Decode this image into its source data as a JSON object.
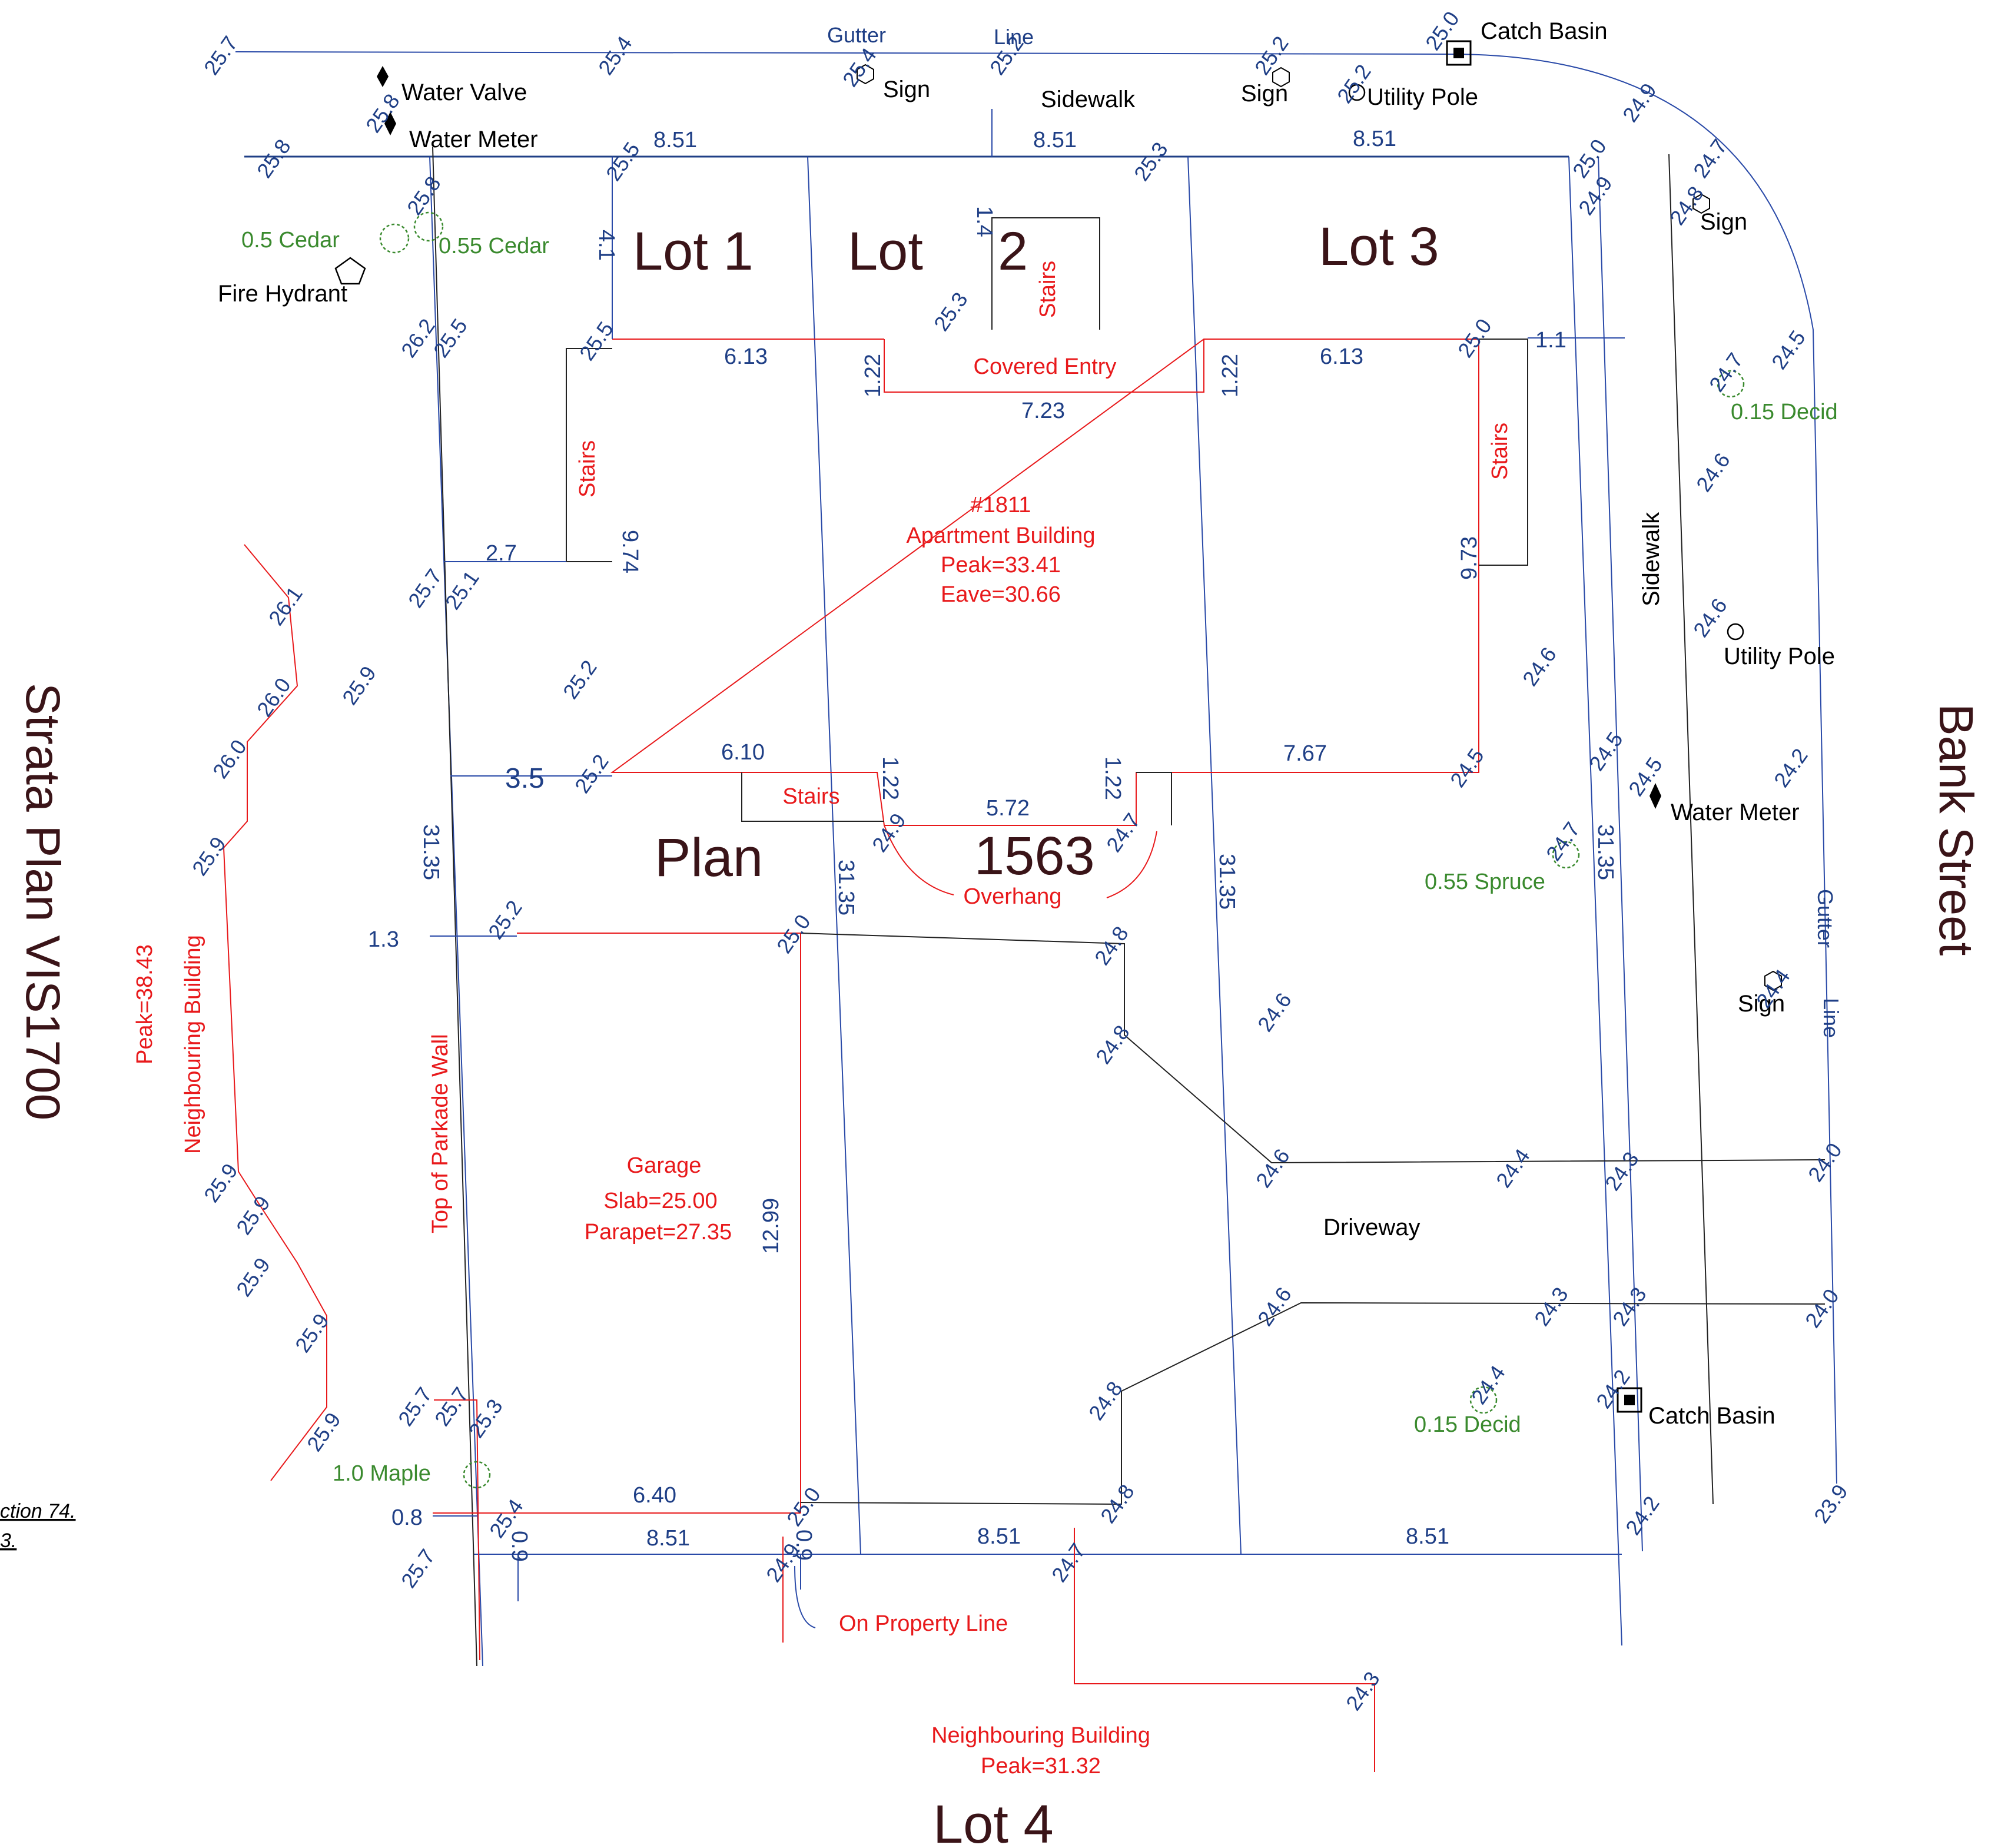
{
  "street": {
    "name": "Bank    Street"
  },
  "strata": {
    "name": "Strata Plan VIS1700"
  },
  "lots": {
    "lot1": "Lot 1",
    "lot2_a": "Lot",
    "lot2_b": "2",
    "lot3": "Lot 3",
    "lot4": "Lot 4"
  },
  "plan": {
    "word": "Plan",
    "number": "1563"
  },
  "building": {
    "number": "#1811",
    "type": "Apartment Building",
    "peak": "Peak=33.41",
    "eave": "Eave=30.66",
    "covered_entry": "Covered Entry",
    "overhang": "Overhang",
    "stairs": "Stairs"
  },
  "garage": {
    "title": "Garage",
    "slab": "Slab=25.00",
    "parapet": "Parapet=27.35"
  },
  "neighbour_west": {
    "label": "Neighbouring Building",
    "peak": "Peak=38.43"
  },
  "neighbour_south": {
    "label": "Neighbouring Building",
    "peak": "Peak=31.32"
  },
  "misc": {
    "parkade_wall": "Top of Parkade Wall",
    "on_property_line": "On Property Line",
    "driveway": "Driveway",
    "gutter": "Gutter",
    "line": "Line",
    "sidewalk": "Sidewalk"
  },
  "features": {
    "water_valve": "Water Valve",
    "water_meter": "Water Meter",
    "fire_hydrant": "Fire Hydrant",
    "sign": "Sign",
    "utility_pole": "Utility Pole",
    "catch_basin": "Catch Basin"
  },
  "trees": {
    "cedar_a": "0.5 Cedar",
    "cedar_b": "0.55 Cedar",
    "decid_a": "0.15 Decid",
    "spruce": "0.55 Spruce",
    "decid_b": "0.15 Decid",
    "maple": "1.0 Maple"
  },
  "dimensions": {
    "frontage": "8.51",
    "setback_front": "1.4",
    "setback_41": "4.1",
    "bldg_front": "6.13",
    "entry_width": "7.23",
    "entry_depth": "1.22",
    "wing_left": "9.74",
    "wing_right": "9.73",
    "rear_left": "6.10",
    "rear_right": "7.67",
    "rear_mid": "5.72",
    "side_27": "2.7",
    "side_35": "3.5",
    "side_11": "1.1",
    "lot_depth": "31.35",
    "side_13": "1.3",
    "garage_width": "6.40",
    "garage_depth": "12.99",
    "side_08": "0.8",
    "side_09": "0.9"
  },
  "elevations": {
    "e257": "25.7",
    "e254": "25.4",
    "e252": "25.2",
    "e250": "25.0",
    "e249": "24.9",
    "e258": "25.8",
    "e255": "25.5",
    "e253": "25.3",
    "e248": "24.8",
    "e247": "24.7",
    "e262": "26.2",
    "e251": "25.1",
    "e261": "26.1",
    "e260": "26.0",
    "e259": "25.9",
    "e246": "24.6",
    "e245": "24.5",
    "e244": "24.4",
    "e243": "24.3",
    "e242": "24.2",
    "e240": "24.0",
    "e239": "23.9"
  },
  "legal_note": {
    "line1": "ction  74.",
    "line2": "3."
  }
}
